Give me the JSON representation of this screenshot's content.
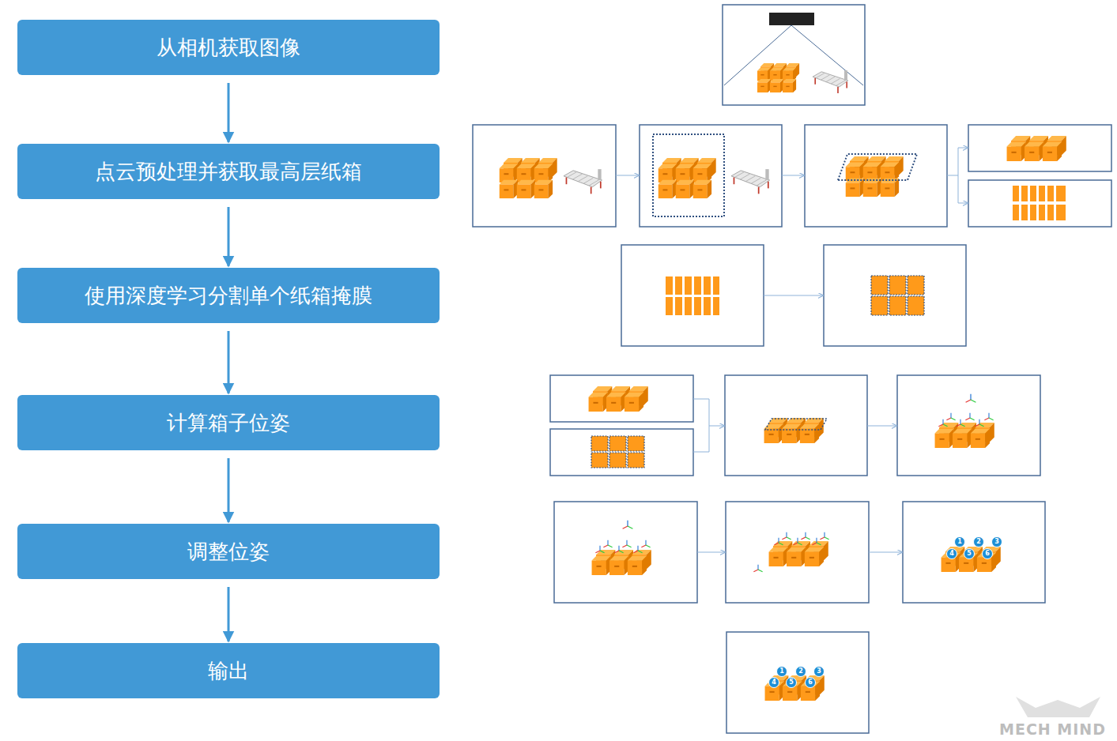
{
  "diagram": {
    "nodes": [
      {
        "text": [
          "从相机获取图像"
        ]
      },
      {
        "text": [
          "点云预处理并获取最高层纸箱"
        ]
      },
      {
        "text": [
          "使用深度学习分割单个纸箱掩膜"
        ]
      },
      {
        "text": [
          "计算箱子位姿"
        ]
      },
      {
        "text": [
          "调整位姿"
        ]
      },
      {
        "text": [
          "输出"
        ]
      }
    ],
    "edges": [
      {
        "from": 0,
        "to": 1,
        "arrow": "to"
      },
      {
        "from": 1,
        "to": 2,
        "arrow": "to"
      },
      {
        "from": 2,
        "to": 3,
        "arrow": "to"
      },
      {
        "from": 3,
        "to": 4,
        "arrow": "to"
      },
      {
        "from": 4,
        "to": 5,
        "arrow": "to"
      }
    ],
    "labels": [
      "1",
      "2",
      "3",
      "4",
      "5",
      "6",
      "1",
      "2",
      "3",
      "4",
      "5",
      "6",
      "MECH MIND"
    ]
  }
}
